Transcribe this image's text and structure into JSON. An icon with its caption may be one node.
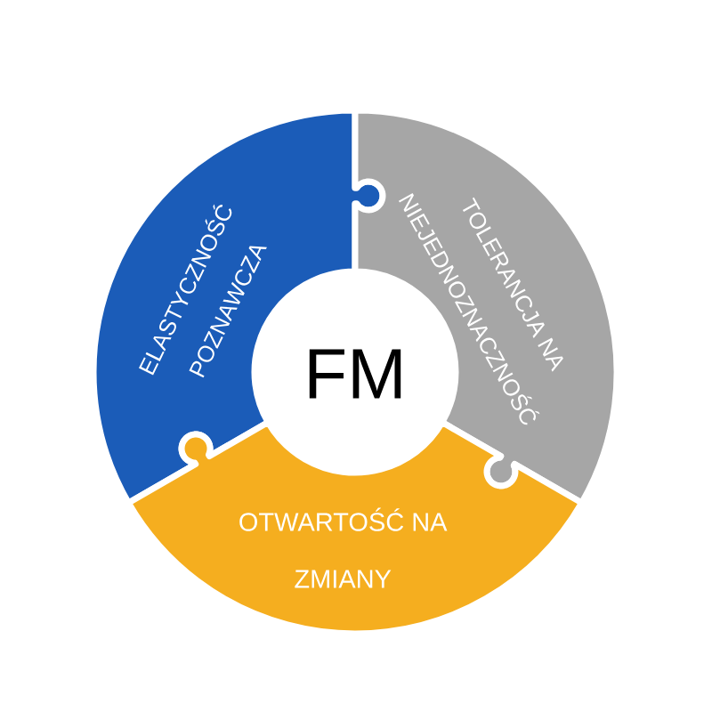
{
  "diagram": {
    "nodes": [
      {
        "text": [
          "ELASTYCZNOŚĆ POZNAWCZA"
        ]
      },
      {
        "text": [
          "TOLERANCJA NA NIEJEDNOZNACZNOŚĆ"
        ]
      },
      {
        "text": [
          "FM"
        ]
      },
      {
        "text": [
          "OTWARTOŚĆ NA ZMIANY"
        ]
      }
    ]
  }
}
